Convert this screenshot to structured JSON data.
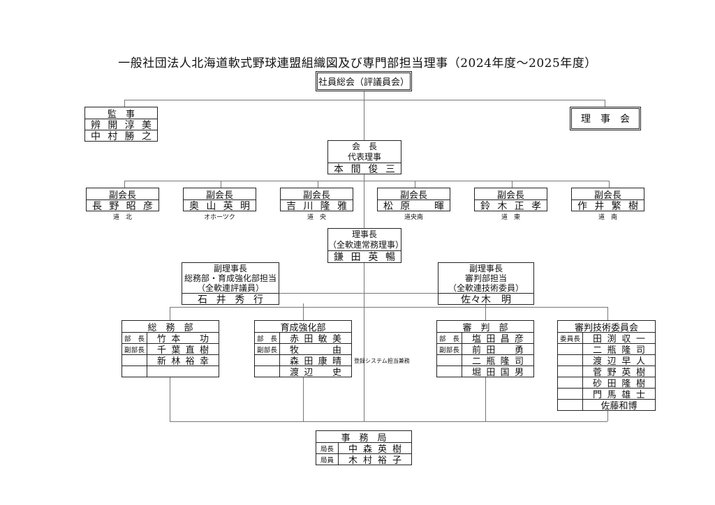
{
  "title": "一般社団法人北海道軟式野球連盟組織図及び専門部担当理事（2024年度～2025年度）",
  "general_meeting": "社員総会（評議員会）",
  "auditors": {
    "title": "監　事",
    "members": [
      "辨開淳美",
      "中村勝之"
    ]
  },
  "board": "理　事　会",
  "president": {
    "title": "会　長",
    "subtitle": "代表理事",
    "name": "本間俊三"
  },
  "vice_presidents": [
    {
      "title": "副会長",
      "name": "長野昭彦",
      "region": "道　北"
    },
    {
      "title": "副会長",
      "name": "奥山英明",
      "region": "オホーツク"
    },
    {
      "title": "副会長",
      "name": "吉川隆雅",
      "region": "道　央"
    },
    {
      "title": "副会長",
      "name": "松原　暉",
      "region": "道央南"
    },
    {
      "title": "副会長",
      "name": "鈴木正孝",
      "region": "道　東"
    },
    {
      "title": "副会長",
      "name": "作井繁樹",
      "region": "道　南"
    }
  ],
  "chairman": {
    "title": "理事長",
    "subtitle": "（全軟連常務理事）",
    "name": "鎌田英暢"
  },
  "vice_chairmen": [
    {
      "title": "副理事長",
      "role": "総務部・育成強化部担当",
      "subtitle": "（全軟連評議員）",
      "name": "石井秀行"
    },
    {
      "title": "副理事長",
      "role": "審判部担当",
      "subtitle": "（全軟連技術委員）",
      "name": "佐々木　明"
    }
  ],
  "departments": [
    {
      "title": "総　務　部",
      "rows": [
        {
          "label": "部　長",
          "name": "竹本　功"
        },
        {
          "label": "副部長",
          "name": "千葉直樹"
        },
        {
          "label": "",
          "name": "新林裕幸"
        },
        {
          "label": "",
          "name": ""
        }
      ]
    },
    {
      "title": "育成強化部",
      "rows": [
        {
          "label": "部　長",
          "name": "赤田敏美"
        },
        {
          "label": "副部長",
          "name": "牧　　由"
        },
        {
          "label": "",
          "name": "森田康晴"
        },
        {
          "label": "",
          "name": "渡辺　史"
        }
      ],
      "note": "登録システム担当兼務"
    },
    {
      "title": "審　判　部",
      "rows": [
        {
          "label": "部　長",
          "name": "塩田昌彦"
        },
        {
          "label": "副部長",
          "name": "前田　勇"
        },
        {
          "label": "",
          "name": "二瓶隆司"
        },
        {
          "label": "",
          "name": "堀田国男"
        }
      ]
    },
    {
      "title": "審判技術委員会",
      "rows": [
        {
          "label": "委員長",
          "name": "田渕収一"
        },
        {
          "label": "",
          "name": "二瓶隆司"
        },
        {
          "label": "",
          "name": "渡辺早人"
        },
        {
          "label": "",
          "name": "菅野英樹"
        },
        {
          "label": "",
          "name": "砂田隆樹"
        },
        {
          "label": "",
          "name": "門馬雄士"
        },
        {
          "label": "",
          "name": "佐藤和博"
        }
      ]
    }
  ],
  "secretariat": {
    "title": "事　務　局",
    "rows": [
      {
        "label": "局長",
        "name": "中森英樹"
      },
      {
        "label": "局員",
        "name": "木村裕子"
      }
    ]
  }
}
